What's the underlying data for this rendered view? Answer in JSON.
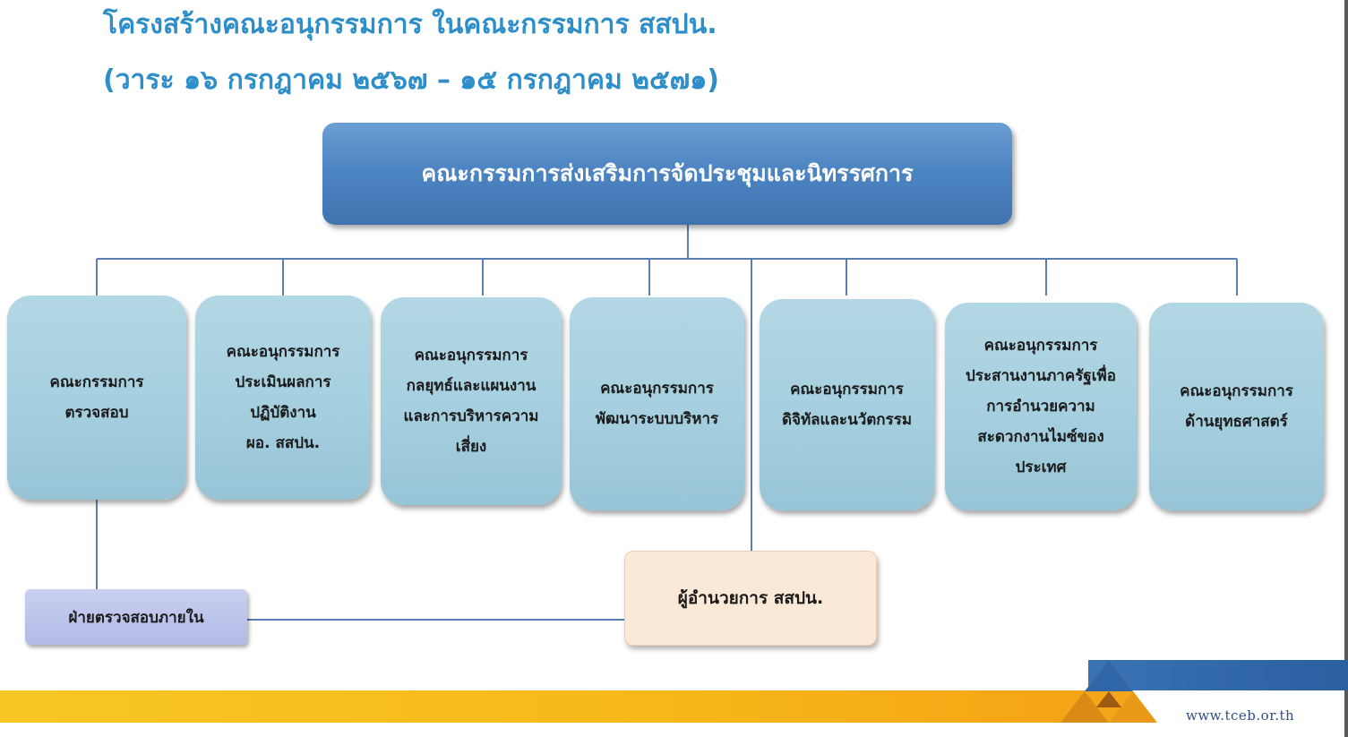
{
  "title": {
    "line1": "โครงสร้างคณะอนุกรรมการ ในคณะกรรมการ สสปน.",
    "line2": "(วาระ ๑๖ กรกฎาคม ๒๕๖๗ – ๑๕ กรกฎาคม ๒๕๗๑)"
  },
  "root": {
    "label": "คณะกรรมการส่งเสริมการจัดประชุมและนิทรรศการ"
  },
  "committees": [
    {
      "label": "คณะกรรมการ\nตรวจสอบ"
    },
    {
      "label": "คณะอนุกรรมการ\nประเมินผลการ\nปฏิบัติงาน\nผอ. สสปน."
    },
    {
      "label": "คณะอนุกรรมการ\nกลยุทธ์และแผนงาน\nและการบริหารความ\nเสี่ยง"
    },
    {
      "label": "คณะอนุกรรมการ\nพัฒนาระบบบริหาร"
    },
    {
      "label": "คณะอนุกรรมการ\nดิจิทัลและนวัตกรรม"
    },
    {
      "label": "คณะอนุกรรมการ\nประสานงานภาครัฐเพื่อ\nการอำนวยความ\nสะดวกงานไมซ์ของ\nประเทศ"
    },
    {
      "label": "คณะอนุกรรมการ\nด้านยุทธศาสตร์"
    }
  ],
  "internal_audit": {
    "label": "ฝ่ายตรวจสอบภายใน"
  },
  "director": {
    "label": "ผู้อำนวยการ สสปน."
  },
  "footer": {
    "website": "www.tceb.or.th"
  },
  "colors": {
    "title": "#2e8ec9",
    "root_box": "#4d85c3",
    "committee_box": "#a5cfdf",
    "audit_box": "#b8bfe8",
    "director_box": "#fbe9d8",
    "connector": "#5b7fb5",
    "footer_yellow": "#f7c625",
    "footer_blue": "#2f66a8"
  }
}
